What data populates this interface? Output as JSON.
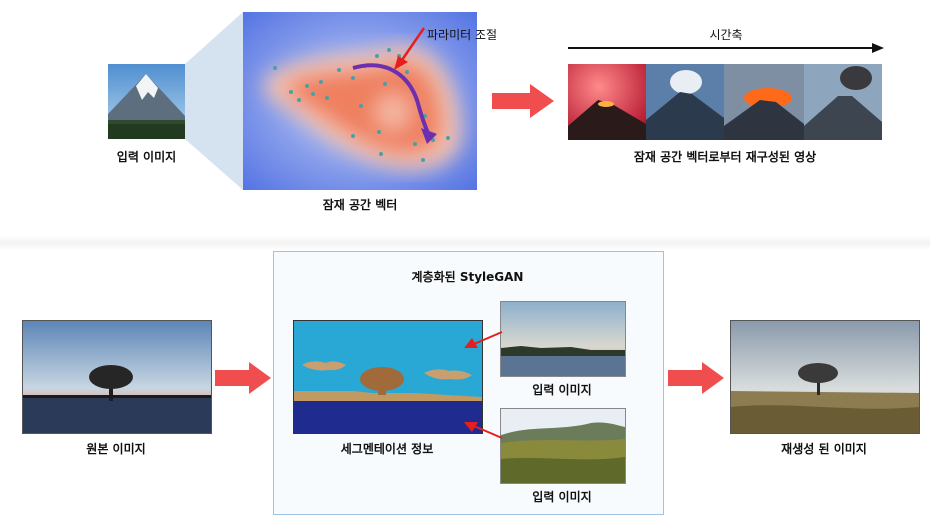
{
  "top": {
    "input_label": "입력 이미지",
    "latent_label": "잠재 공간 벡터",
    "param_label": "파라미터 조절",
    "time_label": "시간축",
    "recon_label": "잠재 공간 벡터로부터 재구성된 영상"
  },
  "bottom": {
    "original_label": "원본 이미지",
    "box_title": "계층화된 StyleGAN",
    "seg_label": "세그멘테이션 정보",
    "input_label_1": "입력 이미지",
    "input_label_2": "입력 이미지",
    "output_label": "재생성 된 이미지"
  },
  "colors": {
    "arrow_red": "#f04e4e",
    "latent_blue": "#5b78e6",
    "latent_orange": "#f07a55",
    "trajectory_purple": "#6b2fb0",
    "seg_sky": "#29a8d6",
    "seg_water": "#1f2b8f",
    "seg_tree": "#a06a3a",
    "box_border": "#9ec3e6"
  }
}
